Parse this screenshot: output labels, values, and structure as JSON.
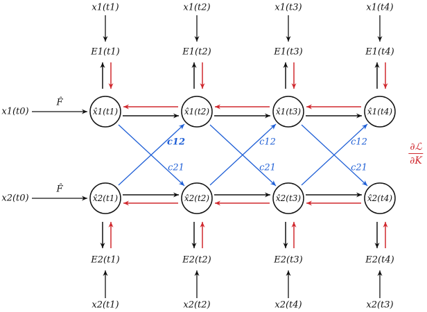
{
  "obs_top": [
    "x1(t1)",
    "x1(t2)",
    "x1(t3)",
    "x1(t4)"
  ],
  "err_top": [
    "E1(t1)",
    "E1(t2)",
    "E1(t3)",
    "E1(t4)"
  ],
  "state_top": [
    "x̂1(t1)",
    "x̂1(t2)",
    "x̂1(t3)",
    "x̂1(t4)"
  ],
  "state_bottom": [
    "x̂2(t1)",
    "x̂2(t2)",
    "x̂2(t3)",
    "x̂2(t4)"
  ],
  "err_bottom": [
    "E2(t1)",
    "E2(t2)",
    "E2(t3)",
    "E2(t4)"
  ],
  "obs_bottom": [
    "x2(t1)",
    "x2(t2)",
    "x2(t4)",
    "x2(t3)"
  ],
  "init_top": "x1(t0)",
  "init_bottom": "x2(t0)",
  "operator_top": "F̂",
  "operator_bottom": "F̂",
  "coupling": {
    "c12_first": "c12",
    "c12": "c12",
    "c21": "c21"
  },
  "gradient": {
    "numerator": "∂ℒ",
    "denominator": "∂K"
  },
  "colors": {
    "forward": "#111111",
    "backward": "#d0282e",
    "coupling": "#1f5fd6"
  }
}
